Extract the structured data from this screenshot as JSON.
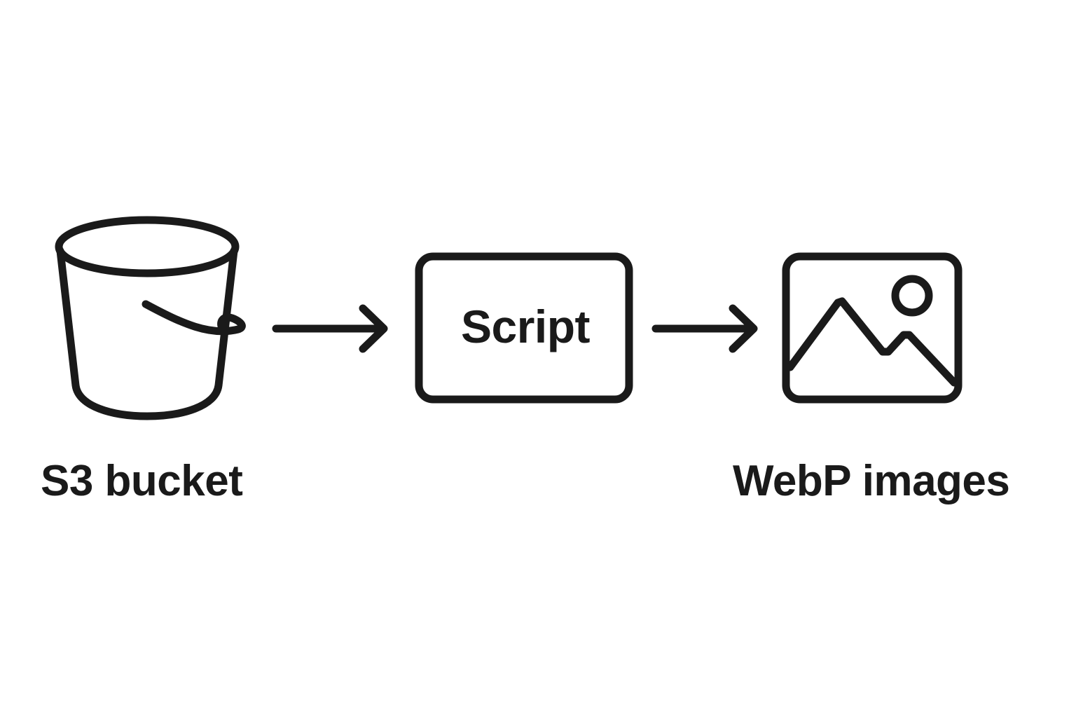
{
  "diagram": {
    "nodes": [
      {
        "id": "source",
        "label": "S3 bucket",
        "icon": "bucket-icon"
      },
      {
        "id": "process",
        "label": "Script",
        "icon": "rounded-rectangle"
      },
      {
        "id": "output",
        "label": "WebP images",
        "icon": "image-icon"
      }
    ],
    "edges": [
      {
        "from": "source",
        "to": "process"
      },
      {
        "from": "process",
        "to": "output"
      }
    ]
  },
  "colors": {
    "stroke": "#1a1a1a",
    "text": "#1a1a1a",
    "background": "#ffffff"
  }
}
